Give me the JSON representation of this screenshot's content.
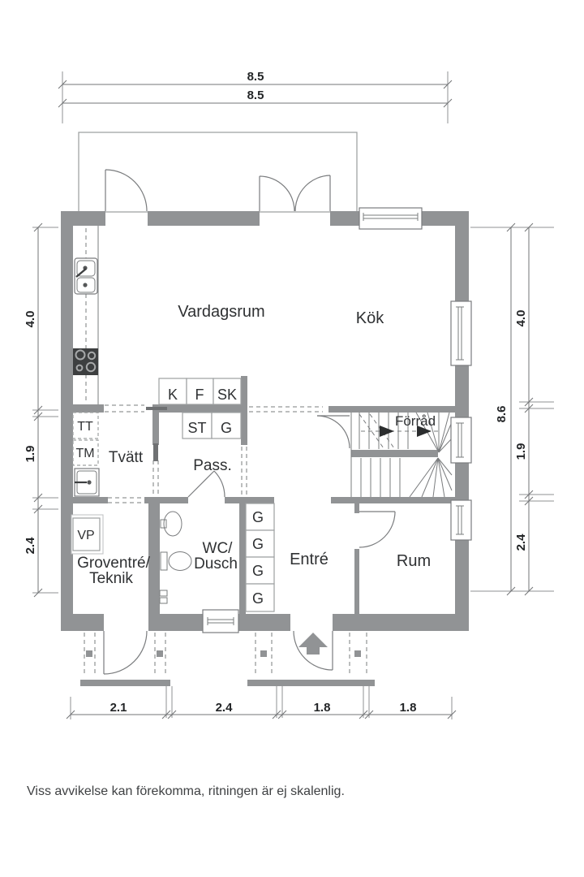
{
  "rooms": {
    "vardagsrum": "Vardagsrum",
    "kok": "Kök",
    "tvatt": "Tvätt",
    "pass": "Pass.",
    "forrad": "Förråd",
    "wc_dusch": [
      "WC/",
      "Dusch"
    ],
    "entre": "Entré",
    "rum": "Rum",
    "groventre_teknik": [
      "Groventré/",
      "Teknik"
    ]
  },
  "closets": {
    "kitchen_row_top": [
      "K",
      "F",
      "SK"
    ],
    "kitchen_row_bottom": [
      "ST",
      "G"
    ],
    "laundry": [
      "TT",
      "TM"
    ],
    "heat_pump": "VP",
    "entre_wardrobes": [
      "G",
      "G",
      "G",
      "G"
    ]
  },
  "dimensions": {
    "top": [
      "8.5",
      "8.5"
    ],
    "left": [
      "4.0",
      "1.9",
      "2.4"
    ],
    "right_total": "8.6",
    "right": [
      "4.0",
      "1.9",
      "2.4"
    ],
    "bottom": [
      "2.1",
      "2.4",
      "1.8",
      "1.8"
    ]
  },
  "footer": {
    "disclaimer": "Viss avvikelse kan förekomma, ritningen är ej skalenlig."
  },
  "colors": {
    "wall": "#919395",
    "line": "#7a7c7e",
    "dark_fixture": "#3d3f40",
    "text": "#2f3133"
  }
}
